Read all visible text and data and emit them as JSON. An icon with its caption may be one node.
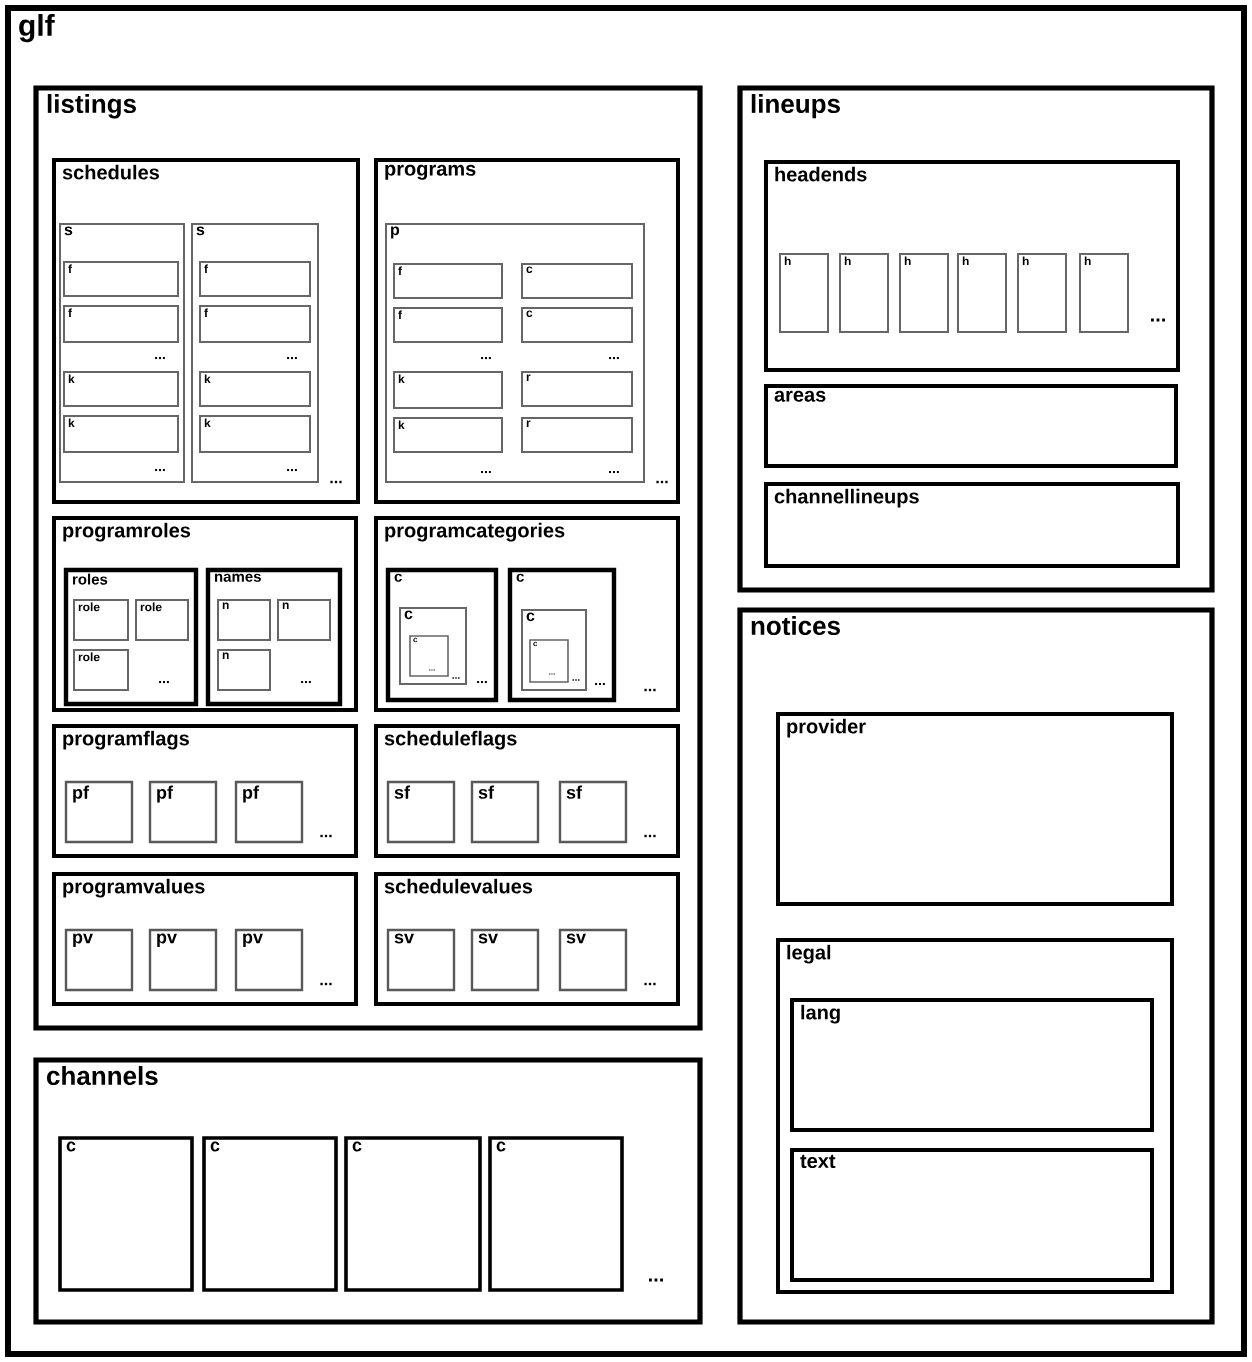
{
  "diagram": {
    "nodes": [
      {
        "text": [
          "glf"
        ]
      },
      {
        "text": [
          "listings"
        ],
        "in": 0
      },
      {
        "text": [
          "schedules"
        ],
        "in": 1
      },
      {
        "text": [
          "s"
        ],
        "in": 2
      },
      {
        "text": [
          "f"
        ],
        "in": 3
      },
      {
        "text": [
          "f"
        ],
        "in": 3
      },
      {
        "text": [
          "k"
        ],
        "in": 3
      },
      {
        "text": [
          "k"
        ],
        "in": 3
      },
      {
        "text": [
          "s"
        ],
        "in": 2
      },
      {
        "text": [
          "f"
        ],
        "in": 8
      },
      {
        "text": [
          "f"
        ],
        "in": 8
      },
      {
        "text": [
          "k"
        ],
        "in": 8
      },
      {
        "text": [
          "k"
        ],
        "in": 8
      },
      {
        "text": [
          "programs"
        ],
        "in": 1
      },
      {
        "text": [
          "p"
        ],
        "in": 13
      },
      {
        "text": [
          "f"
        ],
        "in": 14
      },
      {
        "text": [
          "f"
        ],
        "in": 14
      },
      {
        "text": [
          "k"
        ],
        "in": 14
      },
      {
        "text": [
          "k"
        ],
        "in": 14
      },
      {
        "text": [
          "c"
        ],
        "in": 14
      },
      {
        "text": [
          "c"
        ],
        "in": 14
      },
      {
        "text": [
          "r"
        ],
        "in": 14
      },
      {
        "text": [
          "r"
        ],
        "in": 14
      },
      {
        "text": [
          "programroles"
        ],
        "in": 1
      },
      {
        "text": [
          "roles"
        ],
        "in": 23
      },
      {
        "text": [
          "role"
        ],
        "in": 24
      },
      {
        "text": [
          "role"
        ],
        "in": 24
      },
      {
        "text": [
          "role"
        ],
        "in": 24
      },
      {
        "text": [
          "names"
        ],
        "in": 23
      },
      {
        "text": [
          "n"
        ],
        "in": 28
      },
      {
        "text": [
          "n"
        ],
        "in": 28
      },
      {
        "text": [
          "n"
        ],
        "in": 28
      },
      {
        "text": [
          "programcategories"
        ],
        "in": 1
      },
      {
        "text": [
          "c"
        ],
        "in": 32
      },
      {
        "text": [
          "c"
        ],
        "in": 33
      },
      {
        "text": [
          "c"
        ],
        "in": 34
      },
      {
        "text": [
          "c"
        ],
        "in": 32
      },
      {
        "text": [
          "c"
        ],
        "in": 36
      },
      {
        "text": [
          "c"
        ],
        "in": 37
      },
      {
        "text": [
          "programflags"
        ],
        "in": 1
      },
      {
        "text": [
          "pf"
        ],
        "in": 39
      },
      {
        "text": [
          "pf"
        ],
        "in": 39
      },
      {
        "text": [
          "pf"
        ],
        "in": 39
      },
      {
        "text": [
          "scheduleflags"
        ],
        "in": 1
      },
      {
        "text": [
          "sf"
        ],
        "in": 43
      },
      {
        "text": [
          "sf"
        ],
        "in": 43
      },
      {
        "text": [
          "sf"
        ],
        "in": 43
      },
      {
        "text": [
          "programvalues"
        ],
        "in": 1
      },
      {
        "text": [
          "pv"
        ],
        "in": 47
      },
      {
        "text": [
          "pv"
        ],
        "in": 47
      },
      {
        "text": [
          "pv"
        ],
        "in": 47
      },
      {
        "text": [
          "schedulevalues"
        ],
        "in": 1
      },
      {
        "text": [
          "sv"
        ],
        "in": 51
      },
      {
        "text": [
          "sv"
        ],
        "in": 51
      },
      {
        "text": [
          "sv"
        ],
        "in": 51
      },
      {
        "text": [
          "channels"
        ],
        "in": 0
      },
      {
        "text": [
          "c"
        ],
        "in": 55
      },
      {
        "text": [
          "c"
        ],
        "in": 55
      },
      {
        "text": [
          "c"
        ],
        "in": 55
      },
      {
        "text": [
          "c"
        ],
        "in": 55
      },
      {
        "text": [
          "lineups"
        ],
        "in": 0
      },
      {
        "text": [
          "headends"
        ],
        "in": 60
      },
      {
        "text": [
          "h"
        ],
        "in": 61
      },
      {
        "text": [
          "h"
        ],
        "in": 61
      },
      {
        "text": [
          "h"
        ],
        "in": 61
      },
      {
        "text": [
          "h"
        ],
        "in": 61
      },
      {
        "text": [
          "h"
        ],
        "in": 61
      },
      {
        "text": [
          "h"
        ],
        "in": 61
      },
      {
        "text": [
          "areas"
        ],
        "in": 60
      },
      {
        "text": [
          "channellineups"
        ],
        "in": 60
      },
      {
        "text": [
          "notices"
        ],
        "in": 0
      },
      {
        "text": [
          "provider"
        ],
        "in": 70
      },
      {
        "text": [
          "legal"
        ],
        "in": 70
      },
      {
        "text": [
          "lang"
        ],
        "in": 72
      },
      {
        "text": [
          "text"
        ],
        "in": 72
      }
    ],
    "labels": [
      "...",
      "...",
      "...",
      "...",
      "...",
      "...",
      "...",
      "...",
      "...",
      "...",
      "...",
      "...",
      "...",
      "...",
      "...",
      "...",
      "...",
      "...",
      "...",
      "...",
      "...",
      "...",
      "...",
      "...",
      "..."
    ]
  }
}
